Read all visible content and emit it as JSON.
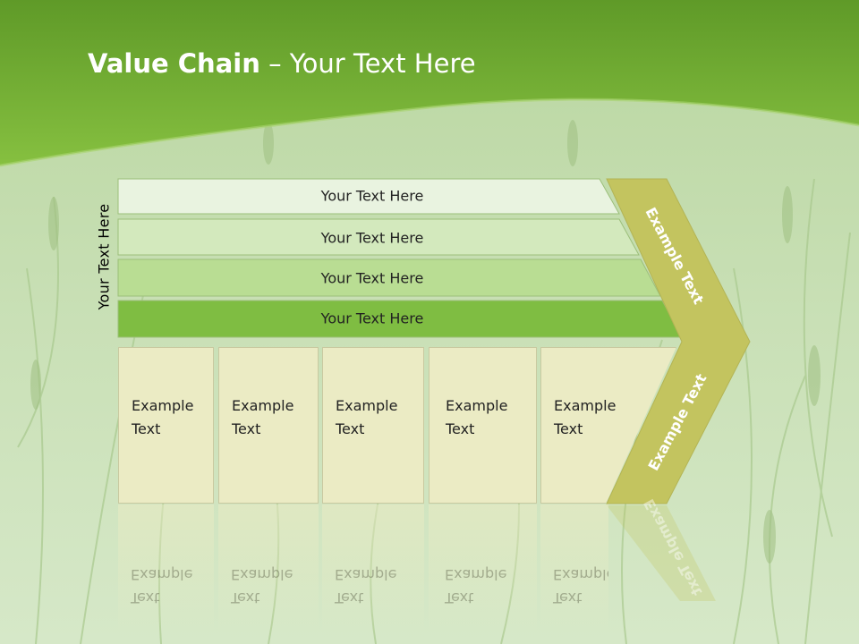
{
  "title": {
    "bold": "Value Chain",
    "rest": "– Your Text Here"
  },
  "side_label": "Your Text Here",
  "bars": [
    {
      "label": "Your Text Here",
      "color": "#e9f3e0"
    },
    {
      "label": "Your Text Here",
      "color": "#d3e9bd"
    },
    {
      "label": "Your Text Here",
      "color": "#b9dd93"
    },
    {
      "label": "Your Text Here",
      "color": "#7fbd42"
    }
  ],
  "boxes": [
    {
      "line1": "Example",
      "line2": "Text"
    },
    {
      "line1": "Example",
      "line2": "Text"
    },
    {
      "line1": "Example",
      "line2": "Text"
    },
    {
      "line1": "Example",
      "line2": "Text"
    },
    {
      "line1": "Example",
      "line2": "Text"
    }
  ],
  "chevron": {
    "top_label": "Example Text",
    "bottom_label": "Example Text",
    "color": "#c3c45f"
  },
  "colors": {
    "header_green": "#6fae2e",
    "box_fill": "#ebebc4"
  }
}
